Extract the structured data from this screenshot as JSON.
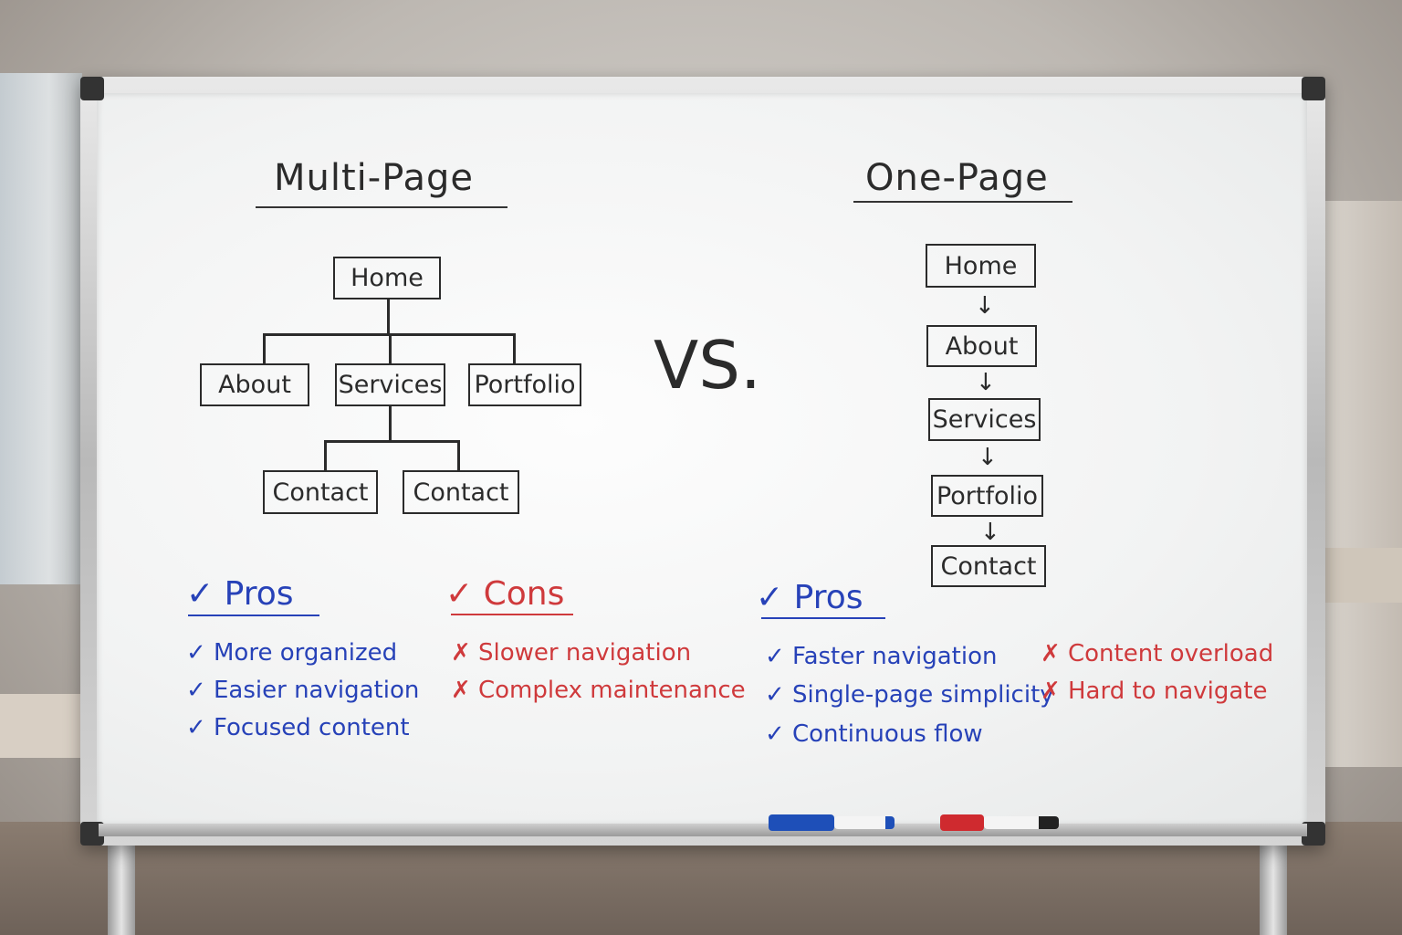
{
  "multi_page": {
    "title": "Multi-Page",
    "boxes": {
      "home": "Home",
      "about": "About",
      "services": "Services",
      "portfolio": "Portfolio",
      "contact_1": "Contact",
      "contact_2": "Contact"
    }
  },
  "versus": "VS.",
  "one_page": {
    "title": "One-Page",
    "boxes": [
      "Home",
      "About",
      "Services",
      "Portfolio",
      "Contact"
    ]
  },
  "lists": {
    "multi_pros": {
      "header": "Pros",
      "items": [
        "More organized",
        "Easier navigation",
        "Focused content"
      ]
    },
    "multi_cons": {
      "header": "Cons",
      "items": [
        "Slower navigation",
        "Complex maintenance"
      ]
    },
    "one_pros": {
      "header": "Pros",
      "items": [
        "Faster navigation",
        "Single-page simplicity",
        "Continuous flow"
      ]
    },
    "one_cons": {
      "items": [
        "Content overload",
        "Hard to navigate"
      ]
    }
  },
  "glyphs": {
    "check": "✓",
    "cross": "✗",
    "arrow_down": "↓"
  },
  "colors": {
    "pros_blue": "#2742b8",
    "cons_red": "#cf3a3c",
    "ink": "#2b2b2b"
  }
}
